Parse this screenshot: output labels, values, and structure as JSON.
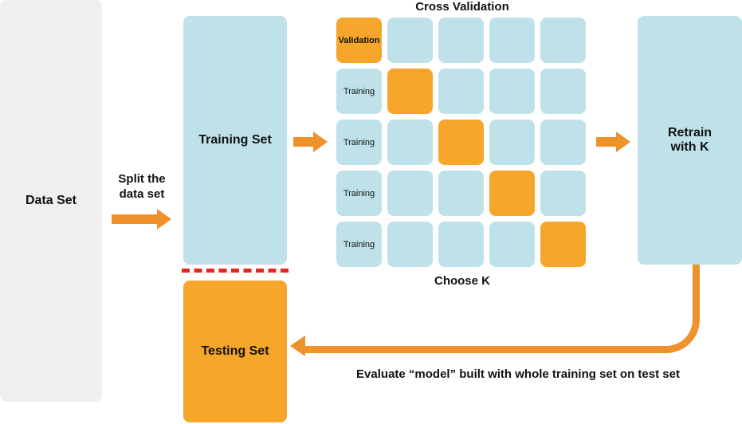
{
  "diagram": {
    "dataset_label": "Data Set",
    "split_label": "Split the\ndata set",
    "training_set_label": "Training Set",
    "testing_set_label": "Testing Set",
    "retrain_label": "Retrain\nwith K",
    "cross_validation_title": "Cross Validation",
    "choose_k_label": "Choose K",
    "evaluate_label": "Evaluate “model” built with whole training set on test set",
    "grid": {
      "rows": 5,
      "cols": 5,
      "row_labels": [
        "Validation",
        "Training",
        "Training",
        "Training",
        "Training"
      ],
      "diagonal_highlight": true
    },
    "colors": {
      "block_orange": "#F5A62B",
      "arrow_orange": "#F0922B",
      "light_blue": "#BFE2EA",
      "gray": "#EFEFEF",
      "dash_red": "#E8251F"
    }
  }
}
